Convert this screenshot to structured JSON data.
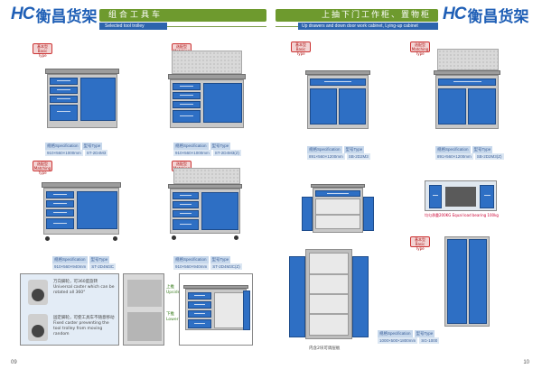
{
  "header": {
    "left_logo": {
      "hc": "HC",
      "cn": "衡昌货架"
    },
    "right_logo": {
      "hc": "HC",
      "cn": "衡昌货架"
    },
    "left_band_title": "组合工具车",
    "left_band_sub": "Selected tool trolley",
    "right_band_title": "上抽下门工作柜、置物柜",
    "right_band_sub": "Up drawers and down door work cabinet, Lying-up cabinet",
    "colors": {
      "green": "#6e9a2e",
      "blue": "#2d64ad",
      "cabinet_blue": "#2e6fc4"
    }
  },
  "left_page": {
    "product1": {
      "tag_cn": "基本型",
      "tag_en": "Basic Type",
      "spec_label": "规格Specification",
      "type_label": "型号Type",
      "spec_value": "910×560×1000mm",
      "type_value": "ST-2D4M3"
    },
    "product2": {
      "tag_cn": "选配型",
      "tag_en": "Matching Type",
      "spec_label": "规格Specification",
      "type_label": "型号Type",
      "spec_value": "910×560×1000mm",
      "type_value": "ST-2D4M3(Z)"
    },
    "product3": {
      "tag_cn": "选配型",
      "tag_en": "Matching Type",
      "spec_label": "规格Specification",
      "type_label": "型号Type",
      "spec_value": "910×560×940mm",
      "type_value": "ST-2D4M3C"
    },
    "product4": {
      "tag_cn": "选配型",
      "tag_en": "Matching Type",
      "spec_label": "规格Specification",
      "type_label": "型号Type",
      "spec_value": "910×560×940mm",
      "type_value": "ST-2D4M3C(Z)"
    },
    "casters": {
      "universal_cn": "万向脚轮，可360度旋转",
      "universal_en": "Universal caster which can be rotated all 360°",
      "fixed_cn": "固定脚轮，可使工具车不随意移动",
      "fixed_en": "Fixed caster preventing the tool trolley from moving random"
    },
    "inset": {
      "upper_cn": "上推",
      "upper_en": "Upside",
      "lower_cn": "下推",
      "lower_en": "Lower plate"
    },
    "page_number": "09"
  },
  "right_page": {
    "product1": {
      "tag_cn": "基本型",
      "tag_en": "Basic Type",
      "spec_label": "规格Specification",
      "type_label": "型号Type",
      "spec_value": "891×560×1200mm",
      "type_value": "SB-2D2M3"
    },
    "product2": {
      "tag_cn": "选配型",
      "tag_en": "Matching Type",
      "spec_label": "规格Specification",
      "type_label": "型号Type",
      "spec_value": "891×560×1200mm",
      "type_value": "SB-2D2M3(Z)"
    },
    "load_note": "均匀承重200KG Equal load bearing 100kg",
    "open_note": "内含2块可调层板",
    "product3": {
      "tag_cn": "基本型",
      "tag_en": "Basic Type",
      "spec_label": "规格Specification",
      "type_label": "型号Type",
      "spec_value": "1000×500×1800mm",
      "type_value": "SG-1000"
    },
    "page_number": "10"
  }
}
